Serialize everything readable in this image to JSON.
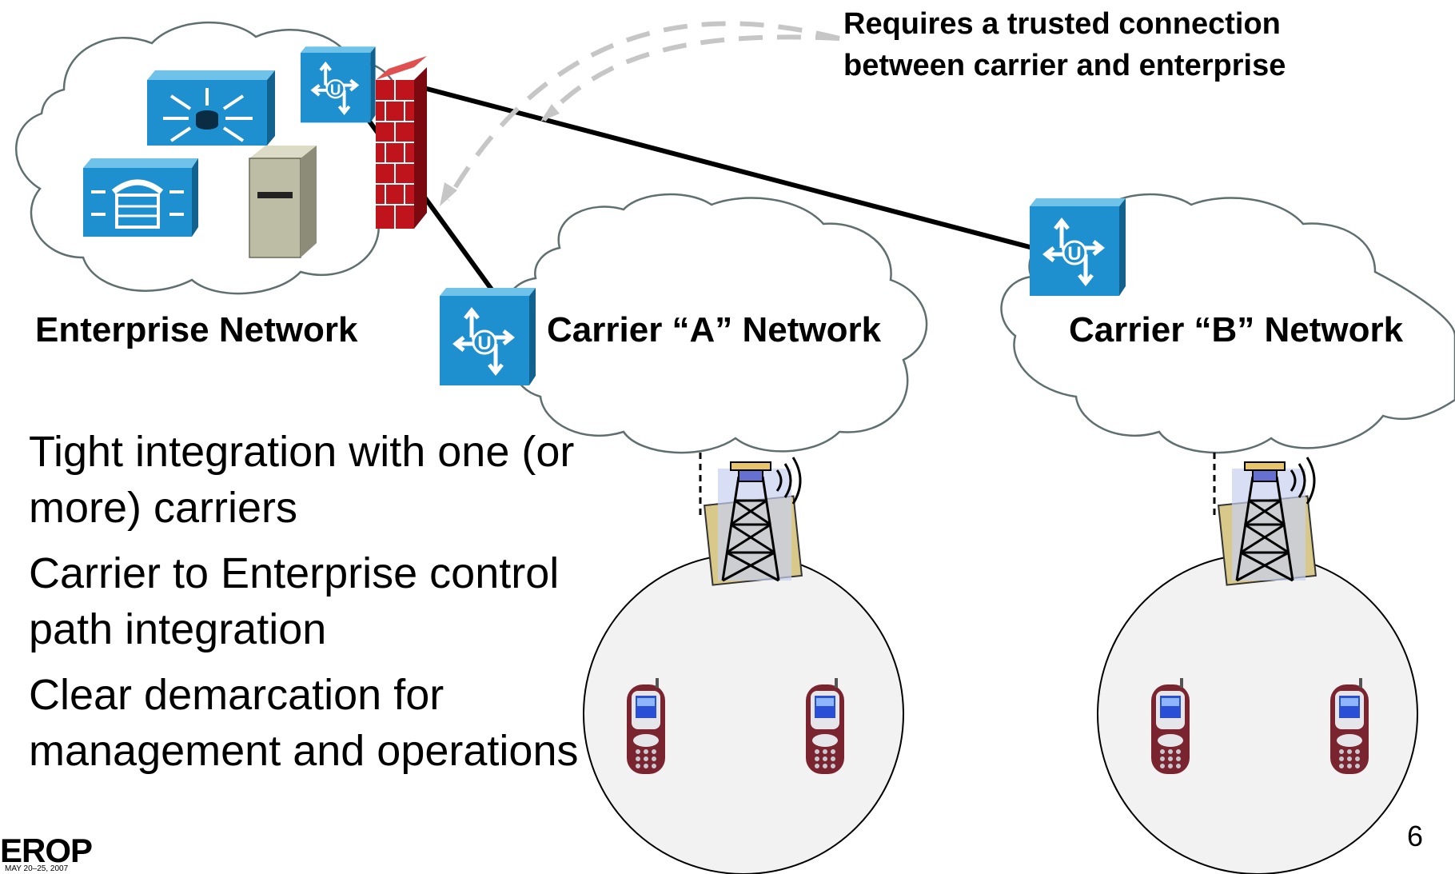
{
  "labels": {
    "enterprise": "Enterprise Network",
    "carrier_a": "Carrier “A” Network",
    "carrier_b": "Carrier “B” Network"
  },
  "callout": {
    "line1": "Requires a trusted connection",
    "line2": "between carrier and enterprise"
  },
  "bullets": [
    "Tight integration with one (or more) carriers",
    "Carrier to Enterprise control path integration",
    "Clear demarcation for management and operations"
  ],
  "slide_number": "6",
  "logo": {
    "text": "EROP",
    "date": "MAY 20–25, 2007"
  },
  "icons": {
    "router_letter": "U",
    "firewall_color": "#c0141c",
    "device_blue": "#1e8fcf",
    "cloud_stroke": "#5f6f6f"
  }
}
